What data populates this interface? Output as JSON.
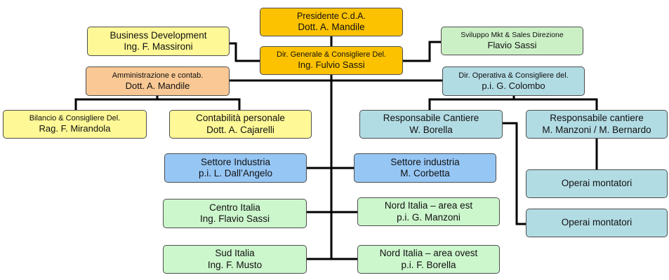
{
  "nodes": {
    "presidente": {
      "role": "Presidente C.d.A.",
      "name": "Dott. A. Mandile"
    },
    "business_dev": {
      "role": "Business Development",
      "name": "Ing. F. Massironi"
    },
    "sviluppo_mkt": {
      "role": "Sviluppo Mkt & Sales Direzione",
      "name": "Flavio Sassi"
    },
    "dir_generale": {
      "role": "Dir. Generale & Consigliere Del.",
      "name": "Ing. Fulvio Sassi"
    },
    "amministrazione": {
      "role": "Amministrazione e contab.",
      "name": "Dott. A. Mandile"
    },
    "dir_operativa": {
      "role": "Dir. Operativa & Consigliere del.",
      "name": "p.i. G. Colombo"
    },
    "bilancio": {
      "role": "Bilancio & Consigliere Del.",
      "name": "Rag. F. Mirandola"
    },
    "contabilita": {
      "role": "Contabilità personale",
      "name": "Dott. A. Cajarelli"
    },
    "resp_cantiere_1": {
      "role": "Responsabile Cantiere",
      "name": "W. Borella"
    },
    "resp_cantiere_2": {
      "role": "Responsabile cantiere",
      "name": "M. Manzoni / M. Bernardo"
    },
    "settore_industria_1": {
      "role": "Settore Industria",
      "name": "p.i. L. Dall’Angelo"
    },
    "settore_industria_2": {
      "role": "Settore industria",
      "name": "M. Corbetta"
    },
    "operai_1": {
      "role": "Operai montatori",
      "name": ""
    },
    "centro_italia": {
      "role": "Centro Italia",
      "name": "Ing. Flavio Sassi"
    },
    "nord_est": {
      "role": "Nord Italia – area est",
      "name": "p.i. G. Manzoni"
    },
    "operai_2": {
      "role": "Operai montatori",
      "name": ""
    },
    "sud_italia": {
      "role": "Sud Italia",
      "name": "Ing. F. Musto"
    },
    "nord_ovest": {
      "role": "Nord Italia – area ovest",
      "name": "p.i. F. Borella"
    }
  }
}
